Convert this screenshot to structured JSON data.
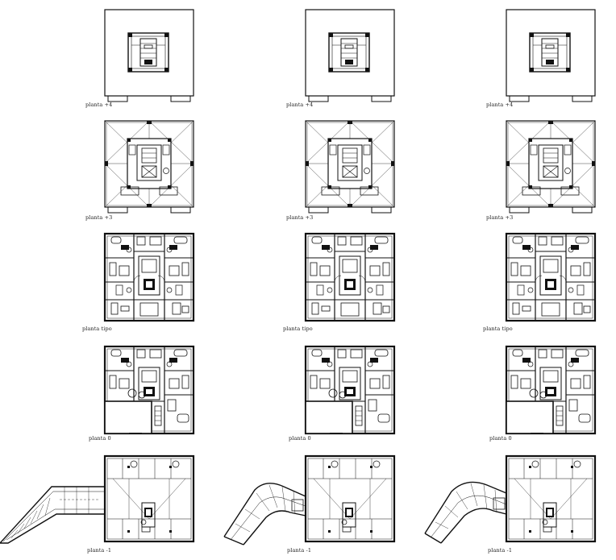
{
  "sheet": {
    "columns": [
      {
        "id": "col-1",
        "labels": [
          "planta +4",
          "planta +3",
          "planta tipo",
          "planta 0",
          "planta -1"
        ]
      },
      {
        "id": "col-2",
        "labels": [
          "planta +4",
          "planta +3",
          "planta tipo",
          "planta 0",
          "planta -1"
        ]
      },
      {
        "id": "col-3",
        "labels": [
          "planta +4",
          "planta +3",
          "planta tipo",
          "planta 0",
          "planta -1"
        ]
      }
    ],
    "line_color": "#111111",
    "background": "#ffffff"
  }
}
